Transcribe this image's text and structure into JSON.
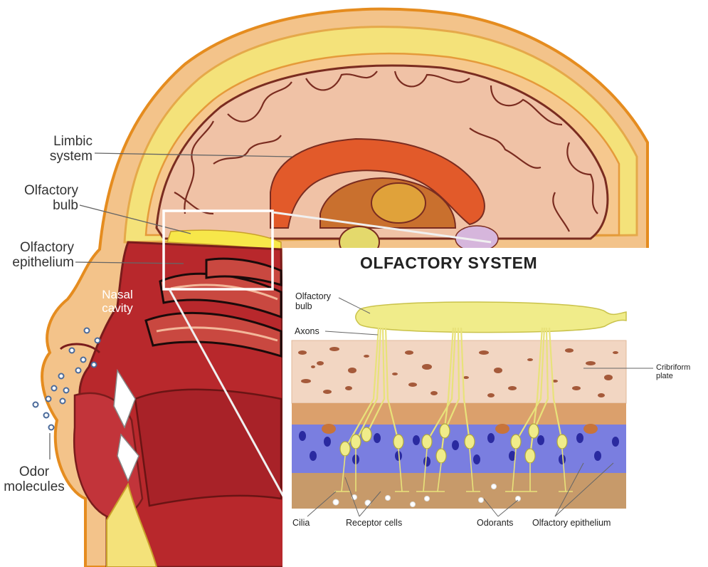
{
  "head_labels": {
    "limbic": "Limbic\nsystem",
    "bulb": "Olfactory\nbulb",
    "epithelium": "Olfactory\nepithelium",
    "nasal": "Nasal\ncavity",
    "odor": "Odor\nmolecules"
  },
  "inset": {
    "title": "OLFACTORY SYSTEM",
    "labels": {
      "bulb": "Olfactory\nbulb",
      "axons": "Axons",
      "cribriform": "Cribriform plate",
      "cilia": "Cilia",
      "receptor": "Receptor cells",
      "odorants": "Odorants",
      "epithelium": "Olfactory epithelium"
    }
  },
  "colors": {
    "skin": "#f3c38a",
    "skin_outline": "#e58c1f",
    "skull_yellow": "#f4e27a",
    "brain": "#f0c2a6",
    "limbic": "#e25a2a",
    "nasal_red": "#b8282c",
    "bulb_yellow": "#f0ec8a",
    "epithelium_blue": "#7a7ee0"
  }
}
